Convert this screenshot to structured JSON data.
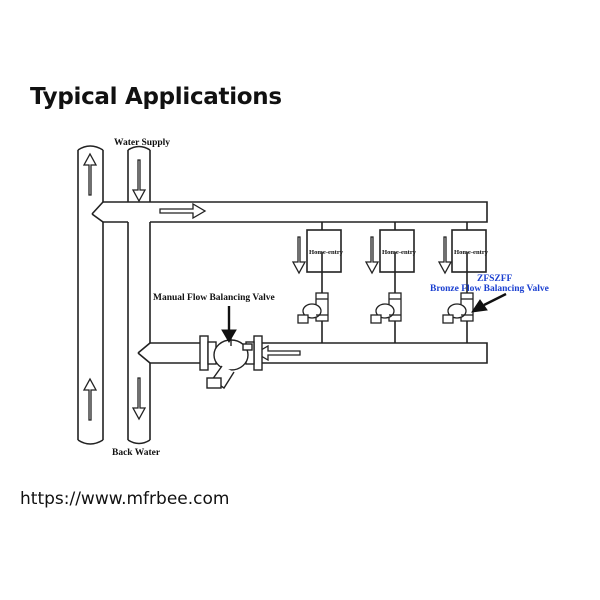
{
  "title": "Typical Applications",
  "labels": {
    "water_supply": "Water Supply",
    "back_water": "Back Water",
    "home_entry": "Home-entry",
    "manual_valve": "Manual Flow Balancing Valve",
    "model_code": "ZFSZFF",
    "bronze_valve": "Bronze Flow Balancing Valve"
  },
  "url": "https://www.mfrbee.com",
  "colors": {
    "line": "#222222",
    "accent_blue": "#1a3fd0",
    "background": "#ffffff"
  }
}
